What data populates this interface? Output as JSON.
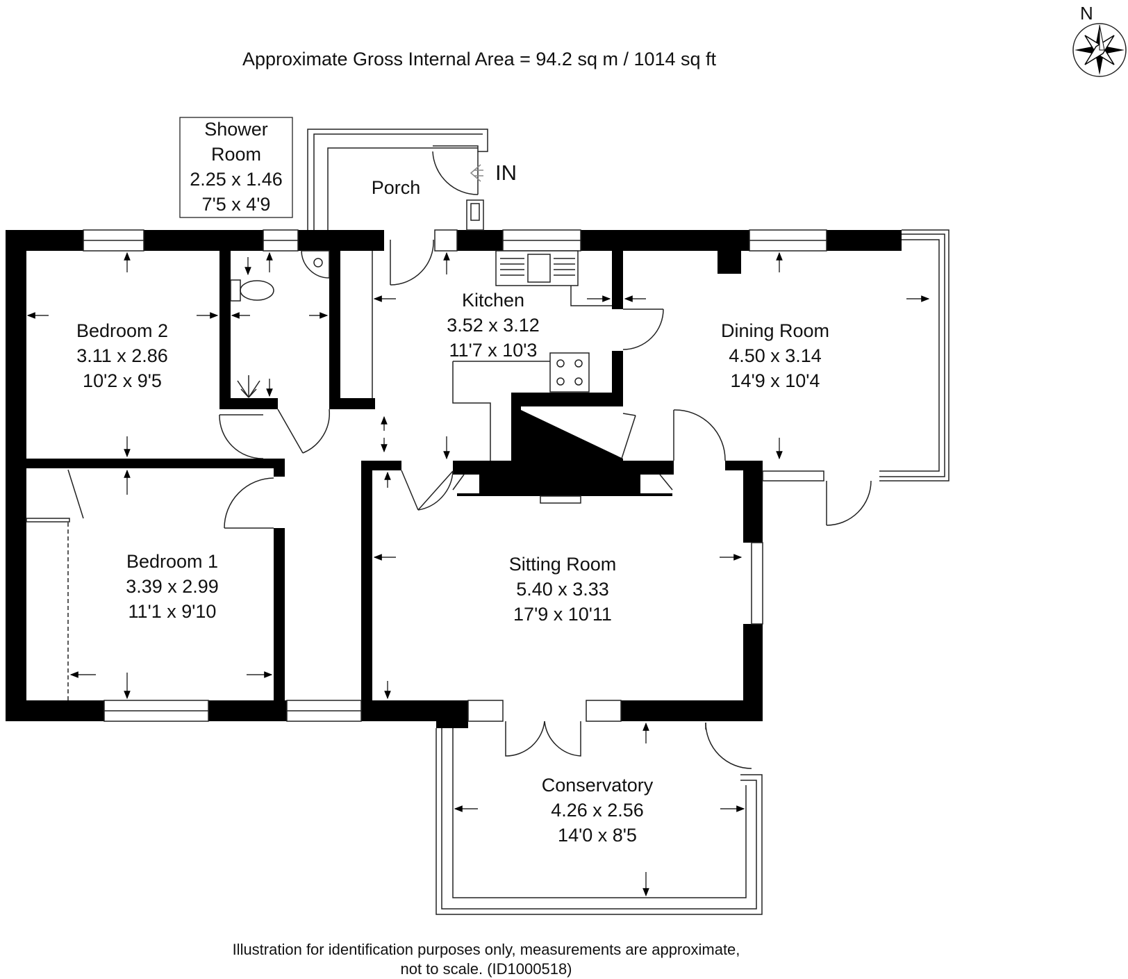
{
  "header": {
    "area_text": "Approximate Gross Internal Area = 94.2 sq m / 1014 sq ft"
  },
  "compass": {
    "label": "N",
    "icon": "north-compass-icon"
  },
  "entrance": {
    "label": "IN",
    "icon": "entrance-arrow-icon"
  },
  "rooms": {
    "shower": {
      "name_line1": "Shower",
      "name_line2": "Room",
      "metric": "2.25 x 1.46",
      "imperial": "7'5 x 4'9"
    },
    "porch": {
      "name": "Porch"
    },
    "kitchen": {
      "name": "Kitchen",
      "metric": "3.52 x 3.12",
      "imperial": "11'7 x 10'3"
    },
    "dining": {
      "name": "Dining Room",
      "metric": "4.50 x 3.14",
      "imperial": "14'9 x 10'4"
    },
    "bedroom2": {
      "name": "Bedroom 2",
      "metric": "3.11 x 2.86",
      "imperial": "10'2 x 9'5"
    },
    "bedroom1": {
      "name": "Bedroom 1",
      "metric": "3.39 x 2.99",
      "imperial": "11'1 x 9'10"
    },
    "sitting": {
      "name": "Sitting Room",
      "metric": "5.40 x 3.33",
      "imperial": "17'9 x 10'11"
    },
    "conservatory": {
      "name": "Conservatory",
      "metric": "4.26 x 2.56",
      "imperial": "14'0 x 8'5"
    }
  },
  "footer": {
    "line1": "Illustration for identification purposes only, measurements are approximate,",
    "line2": "not to scale. (ID1000518)"
  },
  "colors": {
    "wall": "#000000",
    "line": "#222222",
    "background": "#ffffff"
  }
}
